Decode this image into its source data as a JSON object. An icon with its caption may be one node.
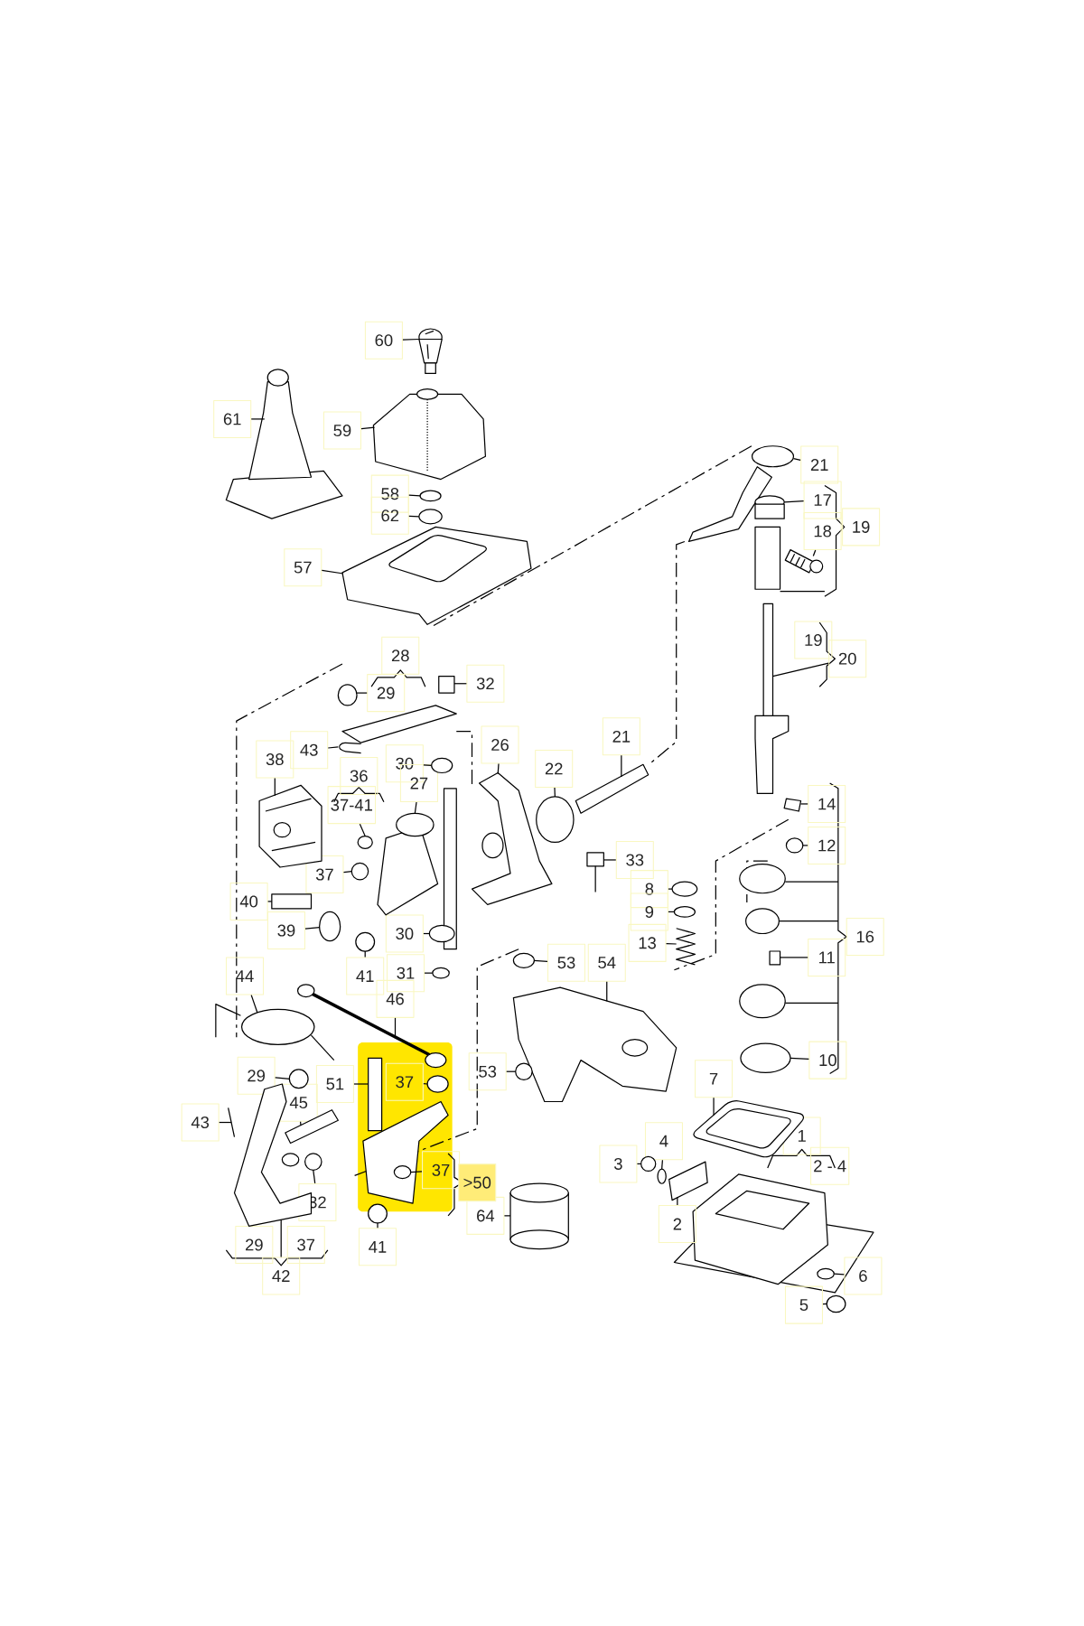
{
  "diagram": {
    "nodes": [
      {
        "text": [
          "60"
        ]
      },
      {
        "text": [
          "61"
        ]
      },
      {
        "text": [
          "59"
        ]
      },
      {
        "text": [
          "58"
        ]
      },
      {
        "text": [
          "62"
        ]
      },
      {
        "text": [
          "21"
        ]
      },
      {
        "text": [
          "17"
        ]
      },
      {
        "text": [
          "18"
        ]
      },
      {
        "text": [
          "57"
        ]
      },
      {
        "text": [
          "20"
        ]
      },
      {
        "text": [
          "29"
        ]
      },
      {
        "text": [
          "32"
        ]
      },
      {
        "text": [
          "21"
        ]
      },
      {
        "text": [
          "26"
        ]
      },
      {
        "text": [
          "43"
        ]
      },
      {
        "text": [
          "38"
        ]
      },
      {
        "text": [
          "30"
        ]
      },
      {
        "text": [
          "22"
        ]
      },
      {
        "text": [
          "37-41"
        ]
      },
      {
        "text": [
          "27"
        ]
      },
      {
        "text": [
          "14"
        ]
      },
      {
        "text": [
          "12"
        ]
      },
      {
        "text": [
          "33"
        ]
      },
      {
        "text": [
          "37"
        ]
      },
      {
        "text": [
          "8"
        ]
      },
      {
        "text": [
          "40"
        ]
      },
      {
        "text": [
          "9"
        ]
      },
      {
        "text": [
          "39"
        ]
      },
      {
        "text": [
          "30"
        ]
      },
      {
        "text": [
          "13"
        ]
      },
      {
        "text": [
          "11"
        ]
      },
      {
        "text": [
          "53"
        ]
      },
      {
        "text": [
          "54"
        ]
      },
      {
        "text": [
          "41"
        ]
      },
      {
        "text": [
          "31"
        ]
      },
      {
        "text": [
          "44"
        ]
      },
      {
        "text": [
          "46"
        ]
      },
      {
        "text": [
          "10"
        ]
      },
      {
        "text": [
          "53"
        ]
      },
      {
        "text": [
          "29"
        ]
      },
      {
        "text": [
          "51"
        ]
      },
      {
        "text": [
          "37"
        ]
      },
      {
        "text": [
          "7"
        ]
      },
      {
        "text": [
          "45"
        ]
      },
      {
        "text": [
          "43"
        ]
      },
      {
        "text": [
          "3"
        ]
      },
      {
        "text": [
          "4"
        ]
      },
      {
        "text": [
          "37"
        ]
      },
      {
        "text": [
          "32"
        ]
      },
      {
        "text": [
          "64"
        ]
      },
      {
        "text": [
          "2"
        ]
      },
      {
        "text": [
          "41"
        ]
      },
      {
        "text": [
          "42"
        ]
      },
      {
        "text": [
          "6"
        ]
      },
      {
        "text": [
          "5"
        ]
      },
      {
        "text": [
          "19"
        ]
      },
      {
        "text": [
          "19"
        ]
      },
      {
        "text": [
          "28"
        ]
      },
      {
        "text": [
          "36"
        ]
      },
      {
        "text": [
          "16"
        ]
      },
      {
        "text": [
          "1"
        ]
      },
      {
        "text": [
          "2 - 4"
        ]
      },
      {
        "text": [
          ">50"
        ]
      },
      {
        "text": [
          "29"
        ]
      },
      {
        "text": [
          "37"
        ]
      },
      {
        "text": [],
        "shape": "picture"
      },
      {
        "text": [],
        "shape": "picture"
      },
      {
        "text": [],
        "shape": "picture"
      },
      {
        "text": [],
        "shape": "circle"
      },
      {
        "text": [],
        "shape": "circle"
      },
      {
        "text": [],
        "shape": "picture"
      },
      {
        "text": [],
        "shape": "cylinder"
      },
      {
        "text": [],
        "shape": "picture"
      },
      {
        "text": [],
        "shape": "picture"
      },
      {
        "text": [],
        "shape": "picture"
      },
      {
        "text": [],
        "shape": "circle"
      },
      {
        "text": [],
        "shape": "box"
      },
      {
        "text": [],
        "shape": "bar"
      },
      {
        "text": [],
        "shape": "picture"
      },
      {
        "text": [],
        "shape": "picture"
      },
      {
        "text": [],
        "shape": "picture"
      },
      {
        "text": [],
        "shape": "circle"
      },
      {
        "text": [],
        "shape": "circle"
      },
      {
        "text": [],
        "shape": "circle"
      },
      {
        "text": [],
        "shape": "picture"
      },
      {
        "text": [],
        "shape": "box"
      },
      {
        "text": [],
        "shape": "circle"
      },
      {
        "text": [],
        "shape": "picture"
      },
      {
        "text": [],
        "shape": "circle"
      },
      {
        "text": [],
        "shape": "circle"
      },
      {
        "text": [],
        "shape": "box"
      },
      {
        "text": [],
        "shape": "circle"
      },
      {
        "text": [],
        "shape": "circle"
      },
      {
        "text": [],
        "shape": "circle"
      },
      {
        "text": [],
        "shape": "picture"
      },
      {
        "text": [],
        "shape": "box"
      },
      {
        "text": [],
        "shape": "circle"
      },
      {
        "text": [],
        "shape": "picture"
      },
      {
        "text": [],
        "shape": "circle"
      },
      {
        "text": [],
        "shape": "circle"
      },
      {
        "text": [],
        "shape": "picture"
      },
      {
        "text": [],
        "shape": "picture"
      },
      {
        "text": [],
        "shape": "circle"
      },
      {
        "text": [],
        "shape": "circle"
      },
      {
        "text": [],
        "shape": "circle"
      },
      {
        "text": [],
        "shape": "box"
      },
      {
        "text": [],
        "shape": "circle"
      },
      {
        "text": [],
        "shape": "picture"
      },
      {
        "text": [],
        "shape": "bar"
      },
      {
        "text": [],
        "shape": "picture"
      },
      {
        "text": [],
        "shape": "circle"
      },
      {
        "text": [],
        "shape": "circle"
      },
      {
        "text": [],
        "shape": "circle"
      },
      {
        "text": [],
        "shape": "circle"
      },
      {
        "text": [],
        "shape": "cylinder"
      },
      {
        "text": [],
        "shape": "picture"
      },
      {
        "text": [],
        "shape": "circle"
      },
      {
        "text": [],
        "shape": "picture"
      },
      {
        "text": [],
        "shape": "circle"
      },
      {
        "text": [],
        "shape": "circle"
      }
    ],
    "edges": [
      {
        "from": 0,
        "to": 65,
        "arrow": "none"
      },
      {
        "from": 1,
        "to": 66,
        "arrow": "none"
      },
      {
        "from": 2,
        "to": 67,
        "arrow": "none"
      },
      {
        "from": 3,
        "to": 68,
        "arrow": "none"
      },
      {
        "from": 4,
        "to": 69,
        "arrow": "none"
      },
      {
        "from": 5,
        "to": 70,
        "arrow": "none"
      },
      {
        "from": 6,
        "to": 71,
        "arrow": "none"
      },
      {
        "from": 7,
        "to": 72,
        "arrow": "none"
      },
      {
        "from": 8,
        "to": 73,
        "arrow": "none"
      },
      {
        "from": 9,
        "to": 74,
        "arrow": "none"
      },
      {
        "from": 10,
        "to": 75,
        "arrow": "none"
      },
      {
        "from": 11,
        "to": 76,
        "arrow": "none"
      },
      {
        "from": 12,
        "to": 77,
        "arrow": "none"
      },
      {
        "from": 13,
        "to": 78,
        "arrow": "none"
      },
      {
        "from": 14,
        "to": 79,
        "arrow": "none"
      },
      {
        "from": 15,
        "to": 80,
        "arrow": "none"
      },
      {
        "from": 16,
        "to": 81,
        "arrow": "none"
      },
      {
        "from": 17,
        "to": 82,
        "arrow": "none"
      },
      {
        "from": 18,
        "to": 83,
        "arrow": "none"
      },
      {
        "from": 19,
        "to": 84,
        "arrow": "none"
      },
      {
        "from": 20,
        "to": 85,
        "arrow": "none"
      },
      {
        "from": 21,
        "to": 86,
        "arrow": "none"
      },
      {
        "from": 22,
        "to": 87,
        "arrow": "none"
      },
      {
        "from": 23,
        "to": 88,
        "arrow": "none"
      },
      {
        "from": 24,
        "to": 89,
        "arrow": "none"
      },
      {
        "from": 25,
        "to": 90,
        "arrow": "none"
      },
      {
        "from": 26,
        "to": 91,
        "arrow": "none"
      },
      {
        "from": 27,
        "to": 92,
        "arrow": "none"
      },
      {
        "from": 28,
        "to": 93,
        "arrow": "none"
      },
      {
        "from": 29,
        "to": 94,
        "arrow": "none"
      },
      {
        "from": 30,
        "to": 95,
        "arrow": "none"
      },
      {
        "from": 31,
        "to": 96,
        "arrow": "none"
      },
      {
        "from": 32,
        "to": 97,
        "arrow": "none"
      },
      {
        "from": 33,
        "to": 98,
        "arrow": "none"
      },
      {
        "from": 34,
        "to": 99,
        "arrow": "none"
      },
      {
        "from": 35,
        "to": 100,
        "arrow": "none"
      },
      {
        "from": 36,
        "to": 101,
        "arrow": "none"
      },
      {
        "from": 37,
        "to": 102,
        "arrow": "none"
      },
      {
        "from": 38,
        "to": 103,
        "arrow": "none"
      },
      {
        "from": 39,
        "to": 104,
        "arrow": "none"
      },
      {
        "from": 40,
        "to": 105,
        "arrow": "none"
      },
      {
        "from": 41,
        "to": 106,
        "arrow": "none"
      },
      {
        "from": 42,
        "to": 107,
        "arrow": "none"
      },
      {
        "from": 43,
        "to": 108,
        "arrow": "none"
      },
      {
        "from": 44,
        "to": 109,
        "arrow": "none"
      },
      {
        "from": 45,
        "to": 110,
        "arrow": "none"
      },
      {
        "from": 46,
        "to": 111,
        "arrow": "none"
      },
      {
        "from": 47,
        "to": 112,
        "arrow": "none"
      },
      {
        "from": 48,
        "to": 113,
        "arrow": "none"
      },
      {
        "from": 49,
        "to": 114,
        "arrow": "none"
      },
      {
        "from": 50,
        "to": 115,
        "arrow": "none"
      },
      {
        "from": 51,
        "to": 116,
        "arrow": "none"
      },
      {
        "from": 52,
        "to": 117,
        "arrow": "none"
      },
      {
        "from": 53,
        "to": 118,
        "arrow": "none"
      },
      {
        "from": 54,
        "to": 119,
        "arrow": "none"
      }
    ]
  }
}
